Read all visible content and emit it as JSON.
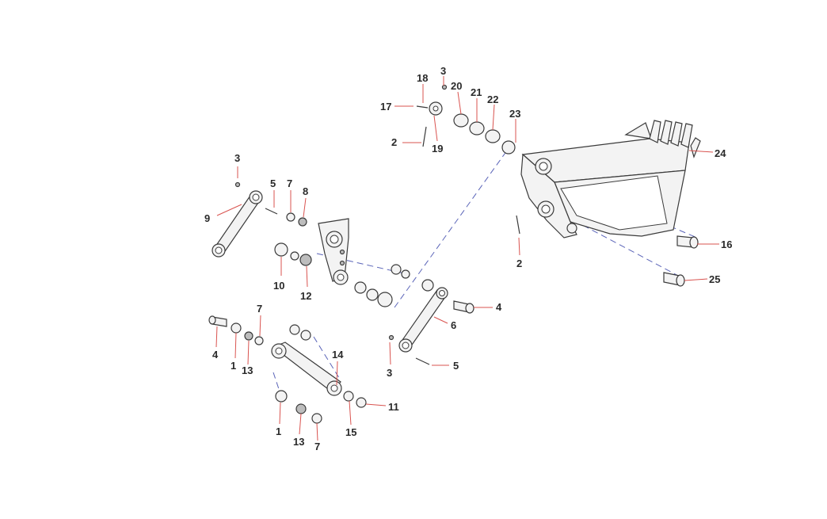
{
  "callouts": {
    "c1a": "1",
    "c1b": "1",
    "c2a": "2",
    "c2b": "2",
    "c3a": "3",
    "c3b": "3",
    "c3c": "3",
    "c4a": "4",
    "c4b": "4",
    "c5a": "5",
    "c5b": "5",
    "c6": "6",
    "c7a": "7",
    "c7b": "7",
    "c7c": "7",
    "c8": "8",
    "c9": "9",
    "c10": "10",
    "c11": "11",
    "c12": "12",
    "c13a": "13",
    "c13b": "13",
    "c14": "14",
    "c15": "15",
    "c16": "16",
    "c17": "17",
    "c18": "18",
    "c19": "19",
    "c20": "20",
    "c21": "21",
    "c22": "22",
    "c23": "23",
    "c24": "24",
    "c25": "25"
  },
  "colors": {
    "line": "#3a3a3a",
    "leader": "#d9534f",
    "axis": "#5a64b8",
    "label": "#2a2a2a"
  }
}
